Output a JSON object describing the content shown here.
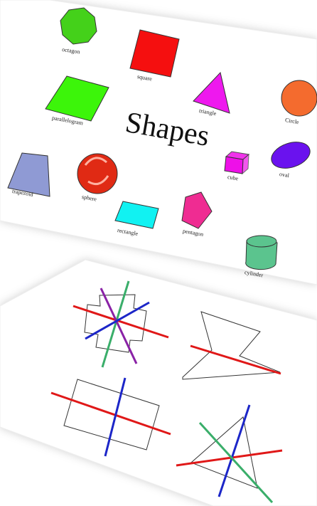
{
  "card_top": {
    "title": "Shapes",
    "labels": {
      "octagon": "octagon",
      "square": "square",
      "parallelogram": "parallelogram",
      "triangle": "triangle",
      "circle": "Circle",
      "cube": "cube",
      "oval": "oval",
      "trapezoid": "trapezoid",
      "sphere": "sphere",
      "rectangle": "rectangle",
      "pentagon": "pentagon",
      "cylinder": "cylinder"
    },
    "colors": {
      "octagon": "#44d11a",
      "square": "#f50f0f",
      "parallelogram": "#3cf50a",
      "triangle": "#ee18ee",
      "circle": "#f46b2e",
      "cube": "#ee10e8",
      "oval": "#6a12ee",
      "trapezoid": "#8f9ad4",
      "sphere": "#e02a14",
      "rectangle": "#11f2f2",
      "pentagon": "#ef2c92",
      "cylinder": "#5bc48e"
    }
  },
  "card_bottom": {
    "colors": {
      "red_line": "#e01818",
      "blue_line": "#1c26c8",
      "green_line": "#3aae6a",
      "purple_line": "#8a22a6",
      "outline": "#333333"
    }
  }
}
